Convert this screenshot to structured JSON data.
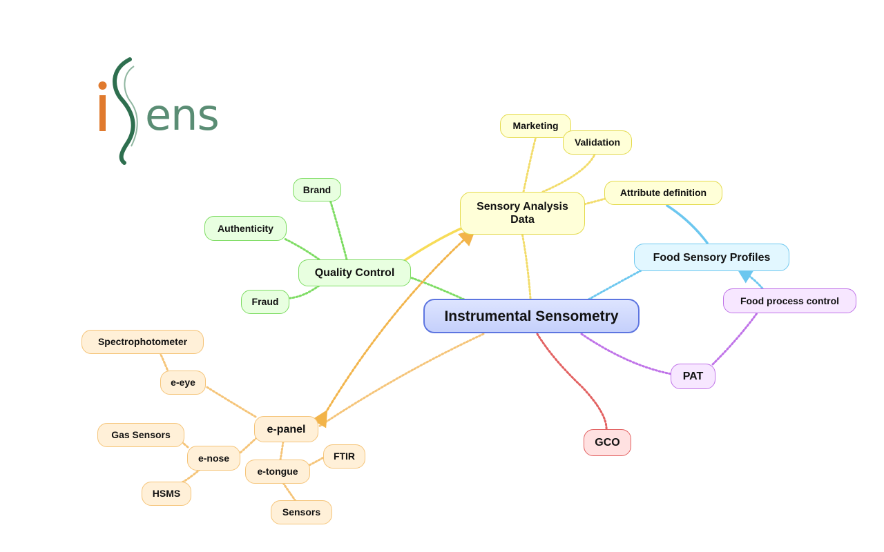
{
  "logo": {
    "text": "iSens"
  },
  "nodes": {
    "instrumental_sensometry": "Instrumental Sensometry",
    "sensory_analysis_data": "Sensory Analysis Data",
    "marketing": "Marketing",
    "validation": "Validation",
    "attribute_definition": "Attribute definition",
    "food_sensory_profiles": "Food Sensory Profiles",
    "food_process_control": "Food process control",
    "pat": "PAT",
    "gco": "GCO",
    "quality_control": "Quality Control",
    "brand": "Brand",
    "authenticity": "Authenticity",
    "fraud": "Fraud",
    "e_panel": "e-panel",
    "e_eye": "e-eye",
    "spectrophotometer": "Spectrophotometer",
    "e_nose": "e-nose",
    "gas_sensors": "Gas Sensors",
    "hsms": "HSMS",
    "e_tongue": "e-tongue",
    "ftir": "FTIR",
    "sensors": "Sensors"
  },
  "colors": {
    "root": "#5d75e0",
    "yellow": "#e4da4c",
    "green": "#7ddc62",
    "blue": "#6cc7ef",
    "purple": "#bf72e8",
    "red": "#e26060",
    "orange": "#f5c478"
  }
}
